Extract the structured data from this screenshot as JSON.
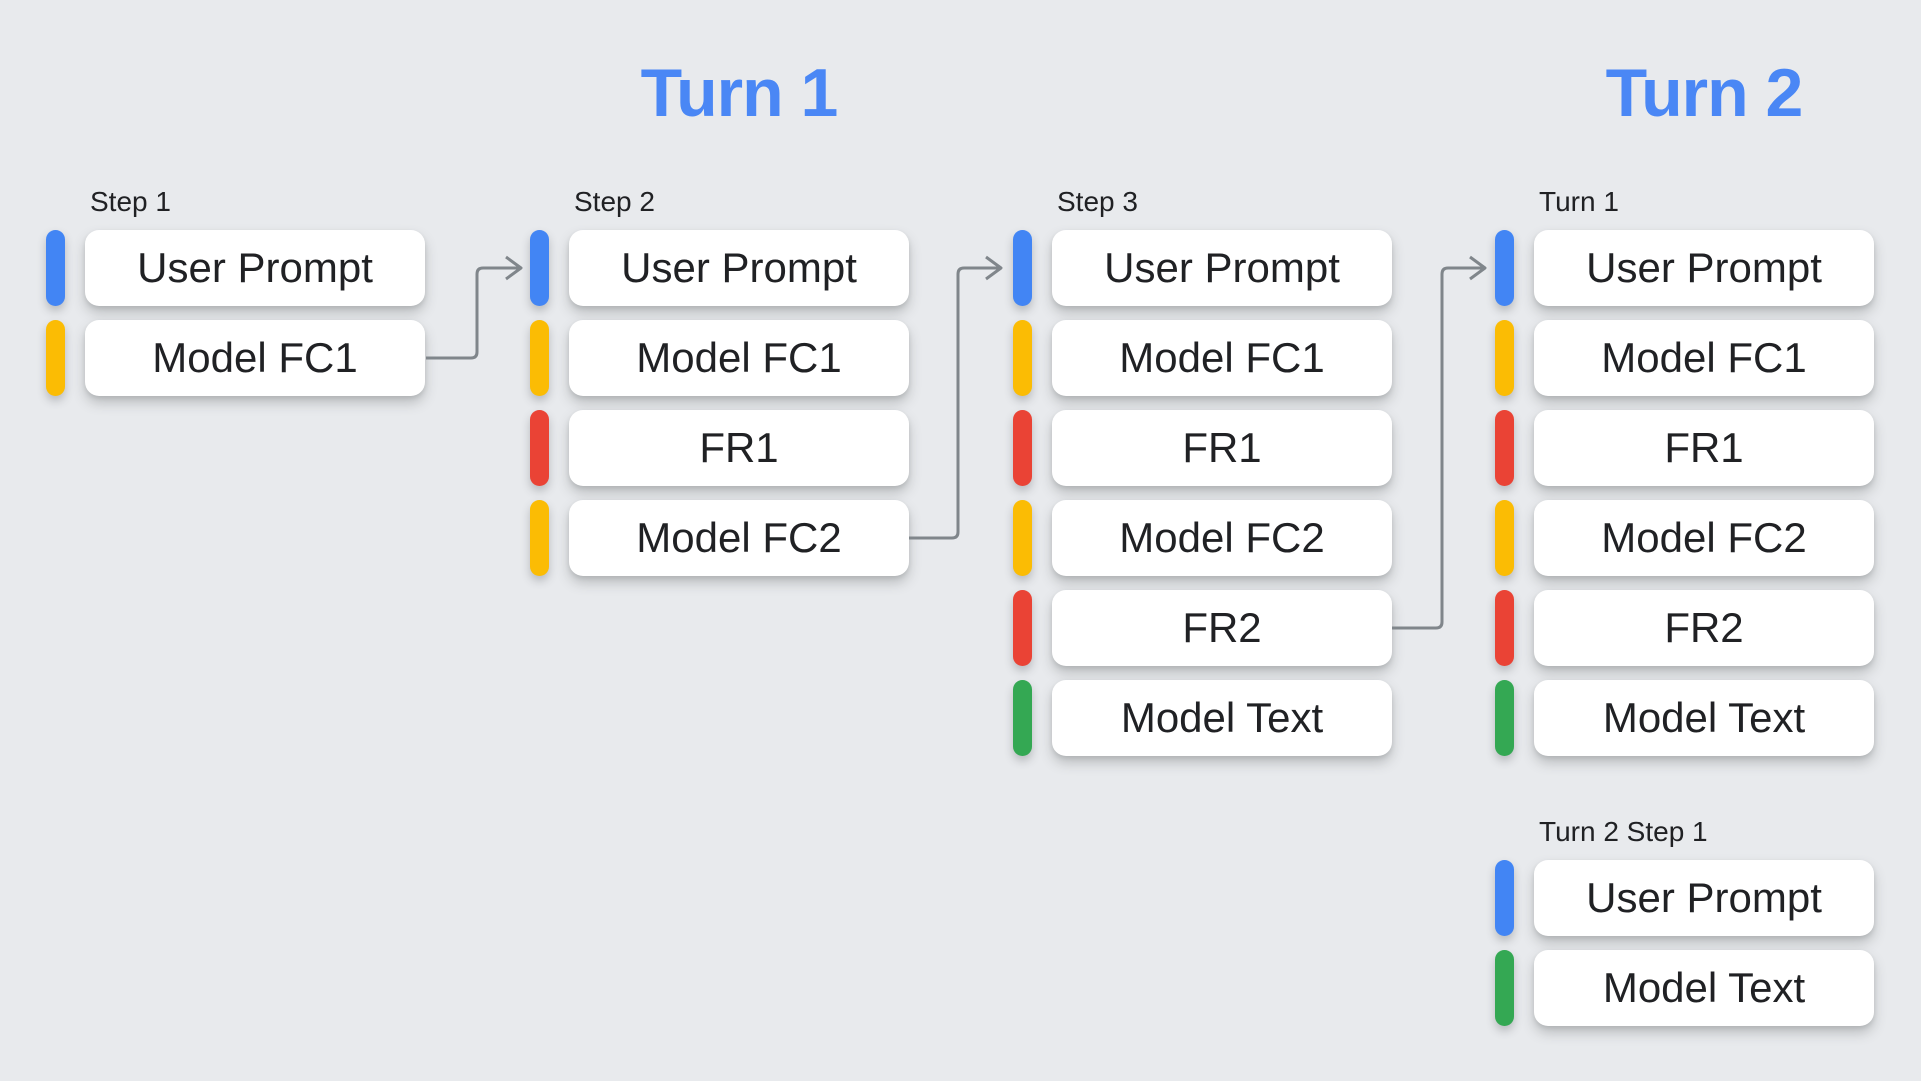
{
  "palette": {
    "background": "#e8eaed",
    "card_background": "#ffffff",
    "card_text": "#202124",
    "label_text": "#202124",
    "heading_blue": "#4a87f5",
    "arrow_gray": "#80868b",
    "blue": "#4285f4",
    "yellow": "#fbbc04",
    "red": "#ea4335",
    "green": "#34a853"
  },
  "headings": [
    {
      "text": "Turn 1"
    },
    {
      "text": "Turn 2"
    }
  ],
  "columns": [
    {
      "label": "Step 1",
      "cards": [
        {
          "text": "User Prompt",
          "color": "blue"
        },
        {
          "text": "Model FC1",
          "color": "yellow"
        }
      ]
    },
    {
      "label": "Step 2",
      "cards": [
        {
          "text": "User Prompt",
          "color": "blue"
        },
        {
          "text": "Model FC1",
          "color": "yellow"
        },
        {
          "text": "FR1",
          "color": "red"
        },
        {
          "text": "Model FC2",
          "color": "yellow"
        }
      ]
    },
    {
      "label": "Step 3",
      "cards": [
        {
          "text": "User Prompt",
          "color": "blue"
        },
        {
          "text": "Model FC1",
          "color": "yellow"
        },
        {
          "text": "FR1",
          "color": "red"
        },
        {
          "text": "Model FC2",
          "color": "yellow"
        },
        {
          "text": "FR2",
          "color": "red"
        },
        {
          "text": "Model Text",
          "color": "green"
        }
      ]
    },
    {
      "label": "Turn 1",
      "cards": [
        {
          "text": "User Prompt",
          "color": "blue"
        },
        {
          "text": "Model FC1",
          "color": "yellow"
        },
        {
          "text": "FR1",
          "color": "red"
        },
        {
          "text": "Model FC2",
          "color": "yellow"
        },
        {
          "text": "FR2",
          "color": "red"
        },
        {
          "text": "Model Text",
          "color": "green"
        }
      ]
    },
    {
      "label": "Turn 2 Step 1",
      "cards": [
        {
          "text": "User Prompt",
          "color": "blue"
        },
        {
          "text": "Model Text",
          "color": "green"
        }
      ]
    }
  ],
  "arrows": [
    {
      "from": "step-1-model-fc1",
      "to": "step-2-user-prompt"
    },
    {
      "from": "step-2-model-fc2",
      "to": "step-3-user-prompt"
    },
    {
      "from": "step-3-fr2",
      "to": "turn-1-user-prompt"
    }
  ]
}
